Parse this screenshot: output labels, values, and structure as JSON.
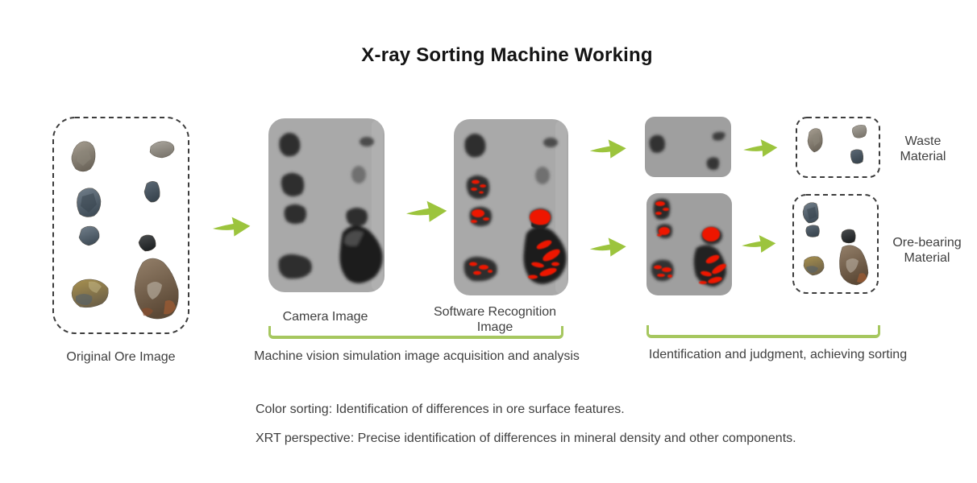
{
  "title": "X-ray Sorting Machine Working",
  "colors": {
    "arrow_green": "#9cc43d",
    "bracket_green": "#a6c75f",
    "highlight_red": "#ee1505",
    "xray_background": "#a9a9a9",
    "text_dark": "#3f3f3f",
    "title_color": "#141414",
    "dashed_border": "#3c3c3c"
  },
  "labels": {
    "original": "Original Ore Image",
    "camera": "Camera Image",
    "recognition": "Software Recognition Image",
    "waste": "Waste Material",
    "ore_bearing": "Ore-bearing Material"
  },
  "captions": {
    "vision": "Machine vision simulation image acquisition and analysis",
    "sorting": "Identification and judgment, achieving sorting"
  },
  "notes": {
    "color_sorting": "Color sorting: Identification of differences in ore surface features.",
    "xrt": "XRT perspective: Precise identification of differences in mineral density and other components."
  }
}
